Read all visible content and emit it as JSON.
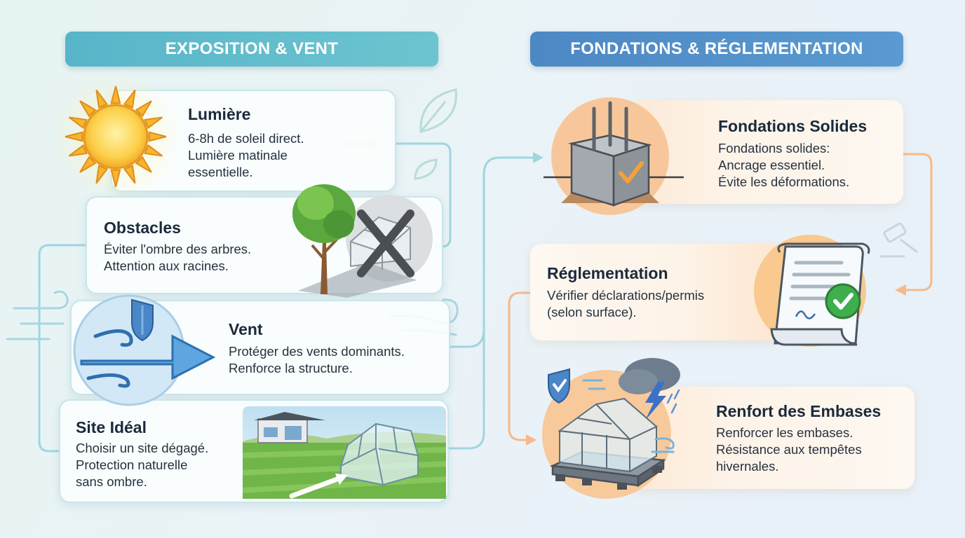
{
  "banners": {
    "left": "EXPOSITION & VENT",
    "right": "FONDATIONS & RÉGLEMENTATION"
  },
  "left_items": [
    {
      "title": "Lumière",
      "lines": [
        "6-8h de soleil direct.",
        "Lumière matinale",
        "essentielle."
      ],
      "icon": "sun-icon"
    },
    {
      "title": "Obstacles",
      "lines": [
        "Éviter l'ombre des arbres.",
        "Attention aux racines."
      ],
      "icon": "tree-crossed-greenhouse-icon"
    },
    {
      "title": "Vent",
      "lines": [
        "Protéger des vents dominants.",
        "Renforce la structure."
      ],
      "icon": "wind-shield-icon"
    },
    {
      "title": "Site Idéal",
      "lines": [
        "Choisir un site dégagé.",
        "Protection naturelle",
        "sans ombre."
      ],
      "icon": "greenhouse-field-icon"
    }
  ],
  "right_items": [
    {
      "title": "Fondations Solides",
      "lines": [
        "Fondations solides:",
        "Ancrage essentiel.",
        "Évite les déformations."
      ],
      "icon": "concrete-block-icon"
    },
    {
      "title": "Réglementation",
      "lines": [
        "Vérifier déclarations/permis",
        "(selon surface)."
      ],
      "icon": "permit-document-icon"
    },
    {
      "title": "Renfort des Embases",
      "lines": [
        "Renforcer les embases.",
        "Résistance aux tempêtes",
        "hivernales."
      ],
      "icon": "reinforced-greenhouse-icon"
    }
  ],
  "colors": {
    "left_banner": "#5ab8cb",
    "right_banner": "#4d88c4",
    "left_connector": "#8ccfdc",
    "right_connector": "#f4b07a",
    "check_green": "#3fae4d"
  }
}
